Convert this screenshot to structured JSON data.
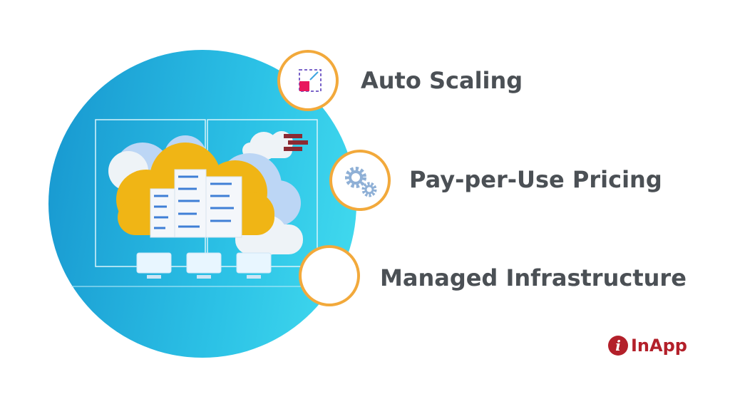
{
  "features": [
    {
      "label": "Auto Scaling",
      "icon": "resize-icon"
    },
    {
      "label": "Pay-per-Use Pricing",
      "icon": "gears-icon"
    },
    {
      "label": "Managed Infrastructure",
      "icon": "blank"
    }
  ],
  "logo": {
    "text": "InApp"
  },
  "colors": {
    "accent": "#f2a93b",
    "circle": "#2cc2e6",
    "text": "#4b5055",
    "brand": "#b3202a"
  }
}
